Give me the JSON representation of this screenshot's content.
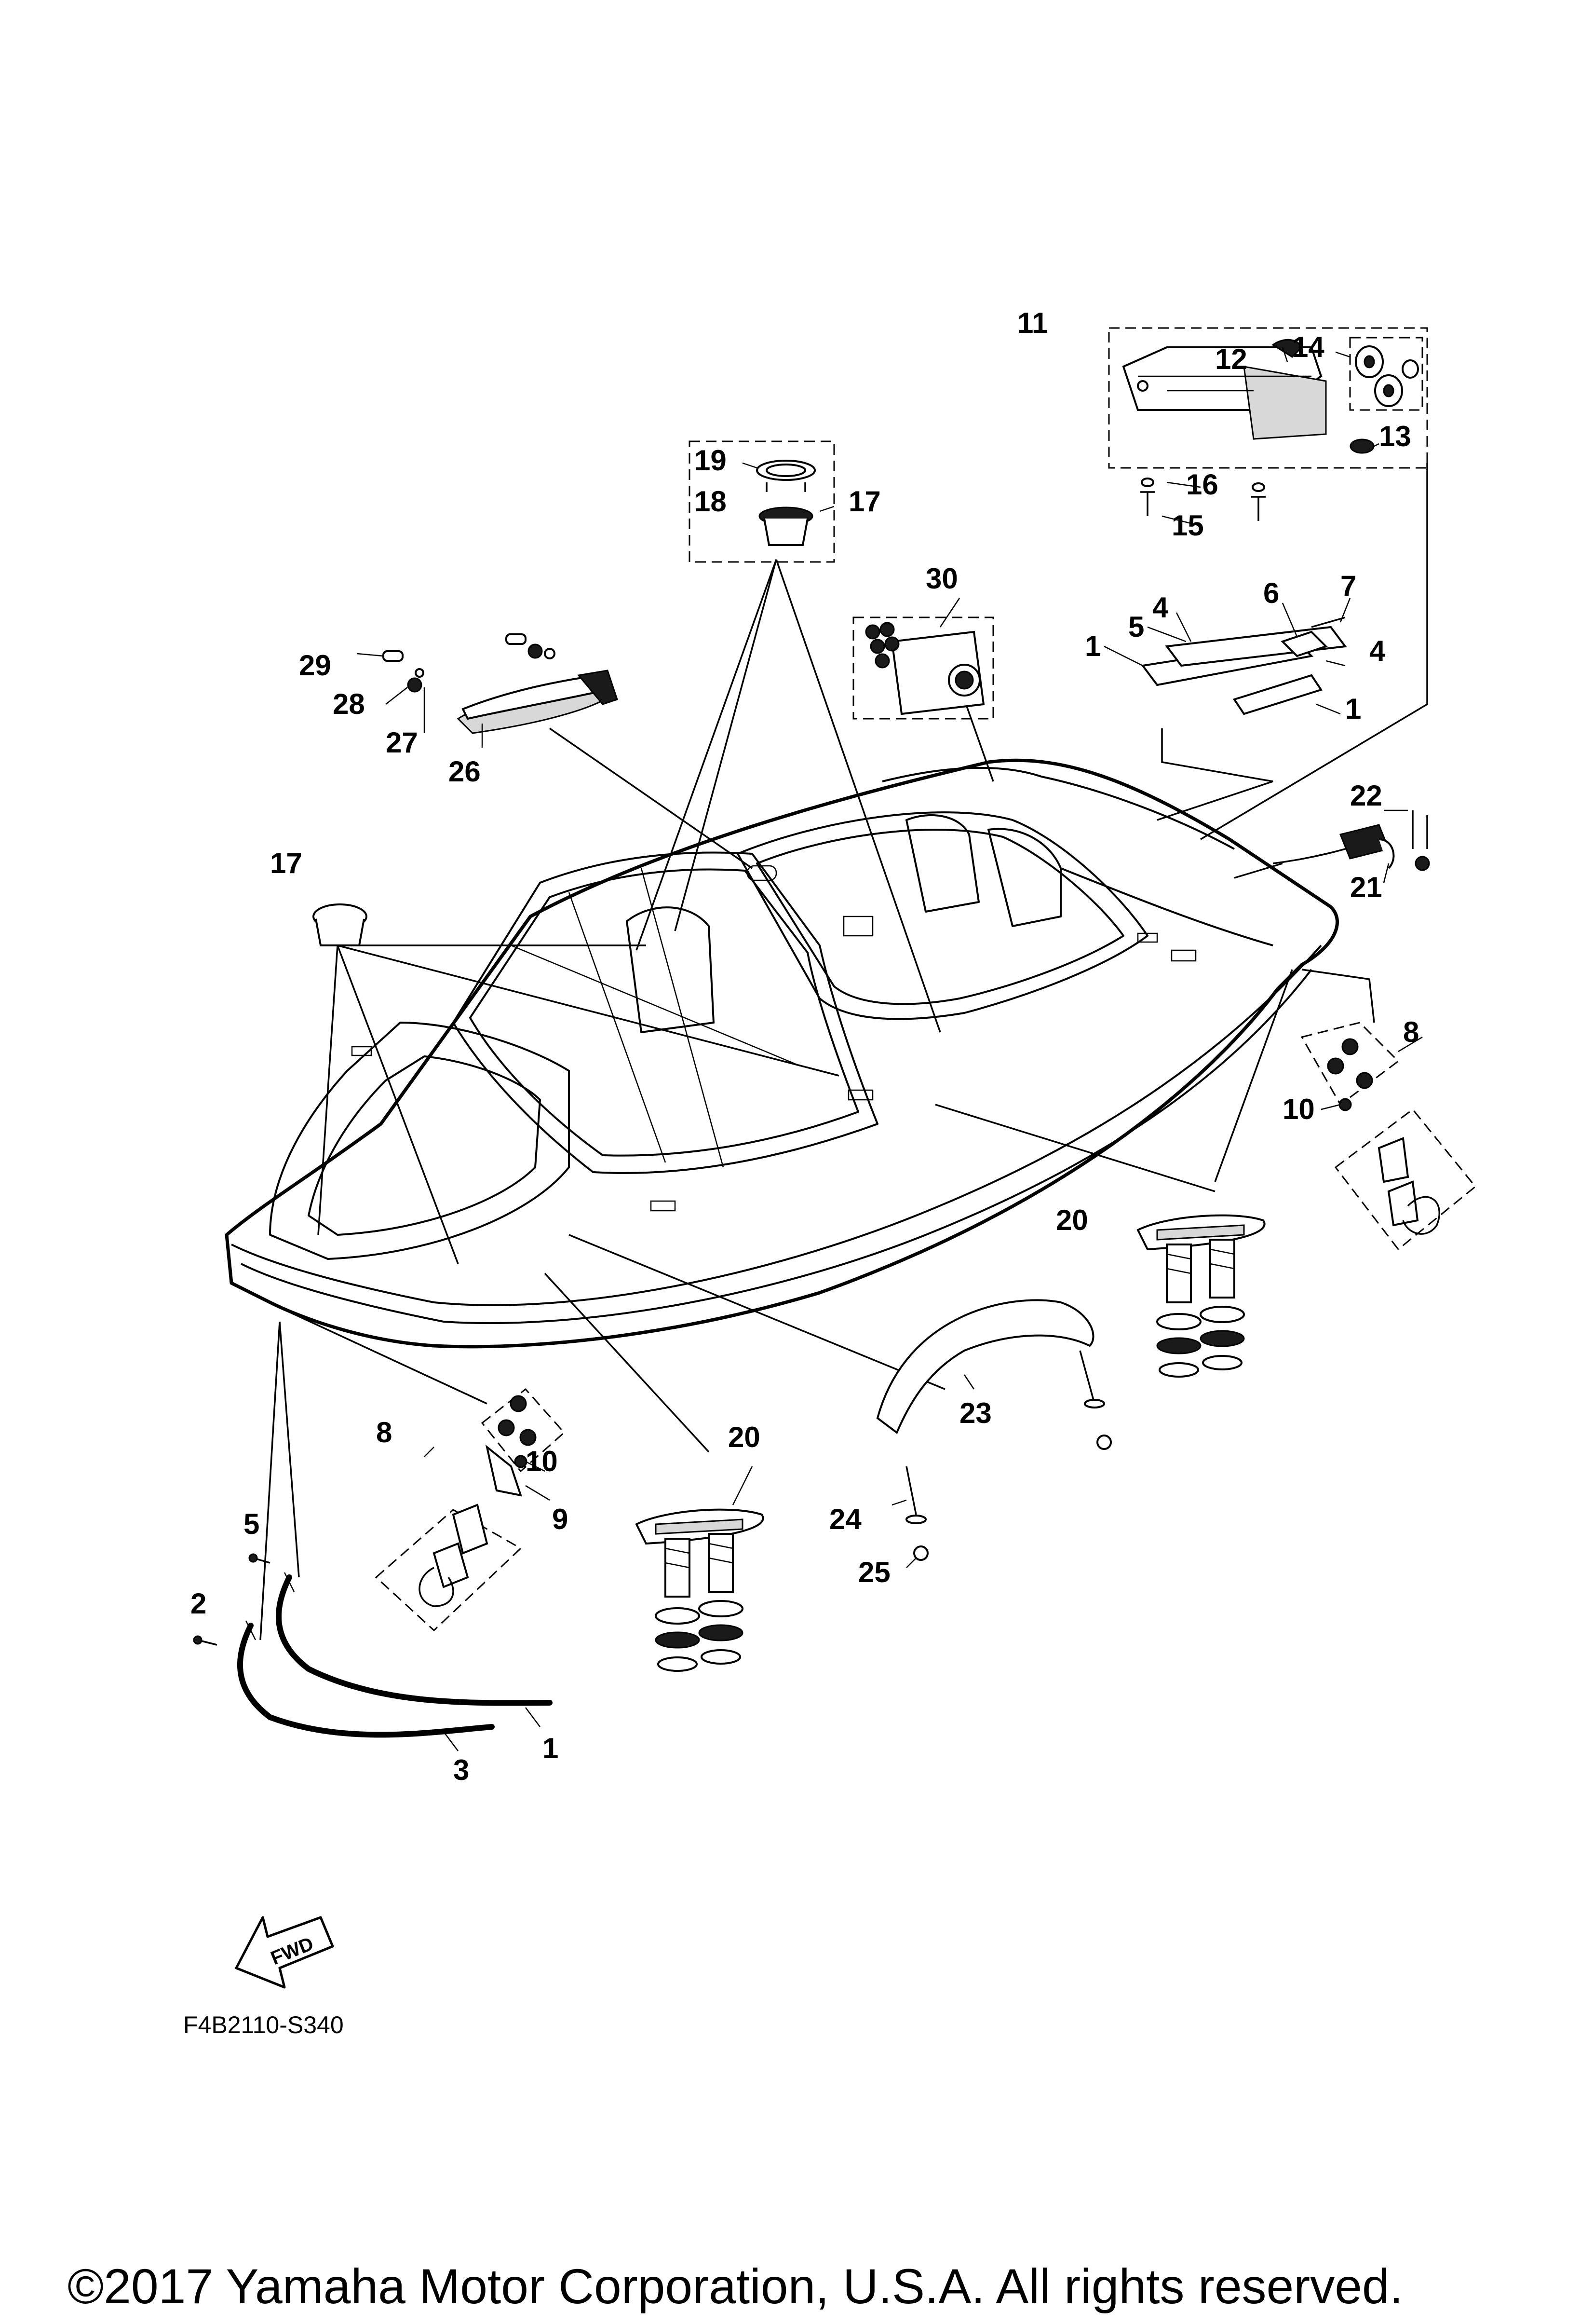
{
  "callouts": [
    {
      "id": "c1a",
      "text": "1"
    },
    {
      "id": "c1b",
      "text": "1"
    },
    {
      "id": "c1c",
      "text": "1"
    },
    {
      "id": "c2",
      "text": "2"
    },
    {
      "id": "c3",
      "text": "3"
    },
    {
      "id": "c4a",
      "text": "4"
    },
    {
      "id": "c4b",
      "text": "4"
    },
    {
      "id": "c5a",
      "text": "5"
    },
    {
      "id": "c5b",
      "text": "5"
    },
    {
      "id": "c6",
      "text": "6"
    },
    {
      "id": "c7",
      "text": "7"
    },
    {
      "id": "c8a",
      "text": "8"
    },
    {
      "id": "c8b",
      "text": "8"
    },
    {
      "id": "c9",
      "text": "9"
    },
    {
      "id": "c10a",
      "text": "10"
    },
    {
      "id": "c10b",
      "text": "10"
    },
    {
      "id": "c11",
      "text": "11"
    },
    {
      "id": "c12",
      "text": "12"
    },
    {
      "id": "c13",
      "text": "13"
    },
    {
      "id": "c14",
      "text": "14"
    },
    {
      "id": "c15",
      "text": "15"
    },
    {
      "id": "c16",
      "text": "16"
    },
    {
      "id": "c17a",
      "text": "17"
    },
    {
      "id": "c17b",
      "text": "17"
    },
    {
      "id": "c18",
      "text": "18"
    },
    {
      "id": "c19",
      "text": "19"
    },
    {
      "id": "c20a",
      "text": "20"
    },
    {
      "id": "c20b",
      "text": "20"
    },
    {
      "id": "c21",
      "text": "21"
    },
    {
      "id": "c22",
      "text": "22"
    },
    {
      "id": "c23",
      "text": "23"
    },
    {
      "id": "c24",
      "text": "24"
    },
    {
      "id": "c25",
      "text": "25"
    },
    {
      "id": "c26",
      "text": "26"
    },
    {
      "id": "c27",
      "text": "27"
    },
    {
      "id": "c28",
      "text": "28"
    },
    {
      "id": "c29",
      "text": "29"
    },
    {
      "id": "c30",
      "text": "30"
    }
  ],
  "fwd_label": "FWD",
  "diagram_code": "F4B2110-S340",
  "copyright": "©2017 Yamaha Motor Corporation, U.S.A. All rights reserved."
}
